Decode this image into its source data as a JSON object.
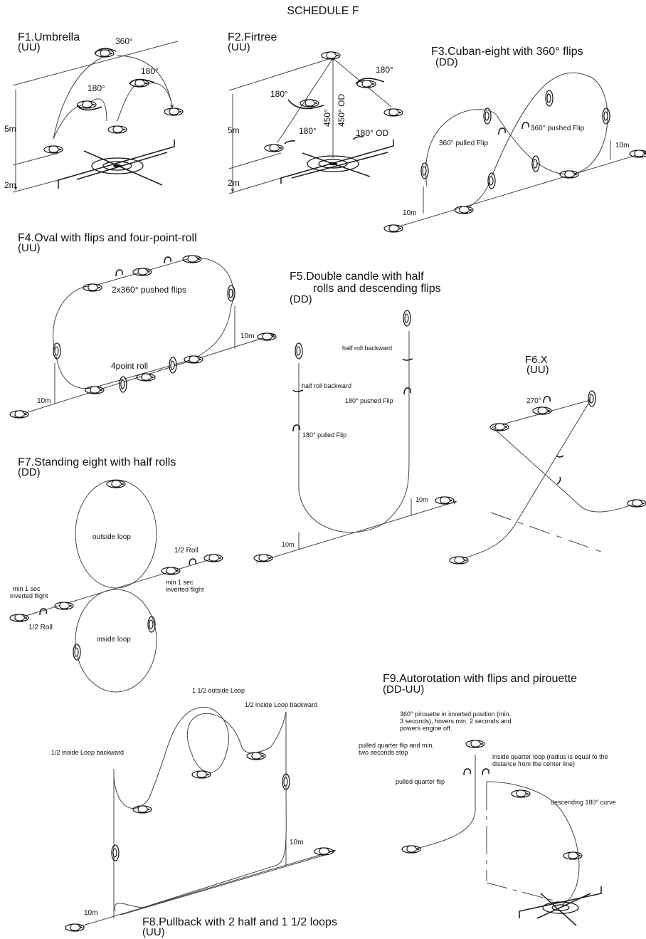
{
  "header": {
    "title": "SCHEDULE F"
  },
  "f1": {
    "title": "F1.Umbrella",
    "sub": "(UU)",
    "a360": "360°",
    "a180a": "180°",
    "a180b": "180°",
    "h5": "5m",
    "h2": "2m"
  },
  "f2": {
    "title": "F2.Firtree",
    "sub": "(UU)",
    "a180a": "180°",
    "a180b": "180°",
    "a180c": "180°",
    "a180od": "180°  OD",
    "v450a": "450°",
    "v450b": "450°  OD",
    "h5": "5m",
    "h2": "2m"
  },
  "f3": {
    "title": "F3.Cuban-eight with 360°  flips",
    "sub": "(DD)",
    "pulled": "360°  pulled Flip",
    "pushed": "360°  pushed Flip",
    "d10a": "10m",
    "d10b": "10m"
  },
  "f4": {
    "title": "F4.Oval with flips and four-point-roll",
    "sub": "(UU)",
    "flips": "2x360°  pushed flips",
    "roll": "4point roll",
    "d10a": "10m",
    "d10b": "10m"
  },
  "f5": {
    "title": "F5.Double candle with half",
    "title2": "rolls and descending flips",
    "sub": "(DD)",
    "hrb1": "half roll backward",
    "hrb2": "half roll backward",
    "pushed": "180°  pushed Flip",
    "pulled": "180°  pulled Flip",
    "d10a": "10m",
    "d10b": "10m"
  },
  "f6": {
    "title": "F6.X",
    "sub": "(UU)",
    "a270": "270°"
  },
  "f7": {
    "title": "F7.Standing eight with half rolls",
    "sub": "(DD)",
    "outside": "outside loop",
    "inside": "inside loop",
    "roll_r": "1/2 Roll",
    "roll_l": "1/2 Roll",
    "inv_l1": "min 1 sec",
    "inv_l2": "inverted flight",
    "inv_r1": "min 1 sec",
    "inv_r2": "inverted flight"
  },
  "f8": {
    "title": "F8.Pullback with 2 half and 1 1/2 loops",
    "sub": "(UU)",
    "outside": "1 1/2 outside Loop",
    "inside_bw_r": "1/2 inside Loop backward",
    "inside_bw_l": "1/2 inside Loop backward",
    "d10a": "10m",
    "d10b": "10m"
  },
  "f9": {
    "title": "F9.Autorotation with flips and pirouette",
    "sub": "(DD-UU)",
    "pir1": "360°  pirouette in inverted position (min.",
    "pir2": "3 seconds), hovers min. 2 seconds and",
    "pir3": "powers engine off.",
    "pqs1": "pulled quarter flip and min.",
    "pqs2": "two seconds stop",
    "iql1": "inside quarter loop (radius is equal to the",
    "iql2": "distance from the center line)",
    "pqf": "pulled quarter flip",
    "desc": "descending 180°  curve"
  }
}
